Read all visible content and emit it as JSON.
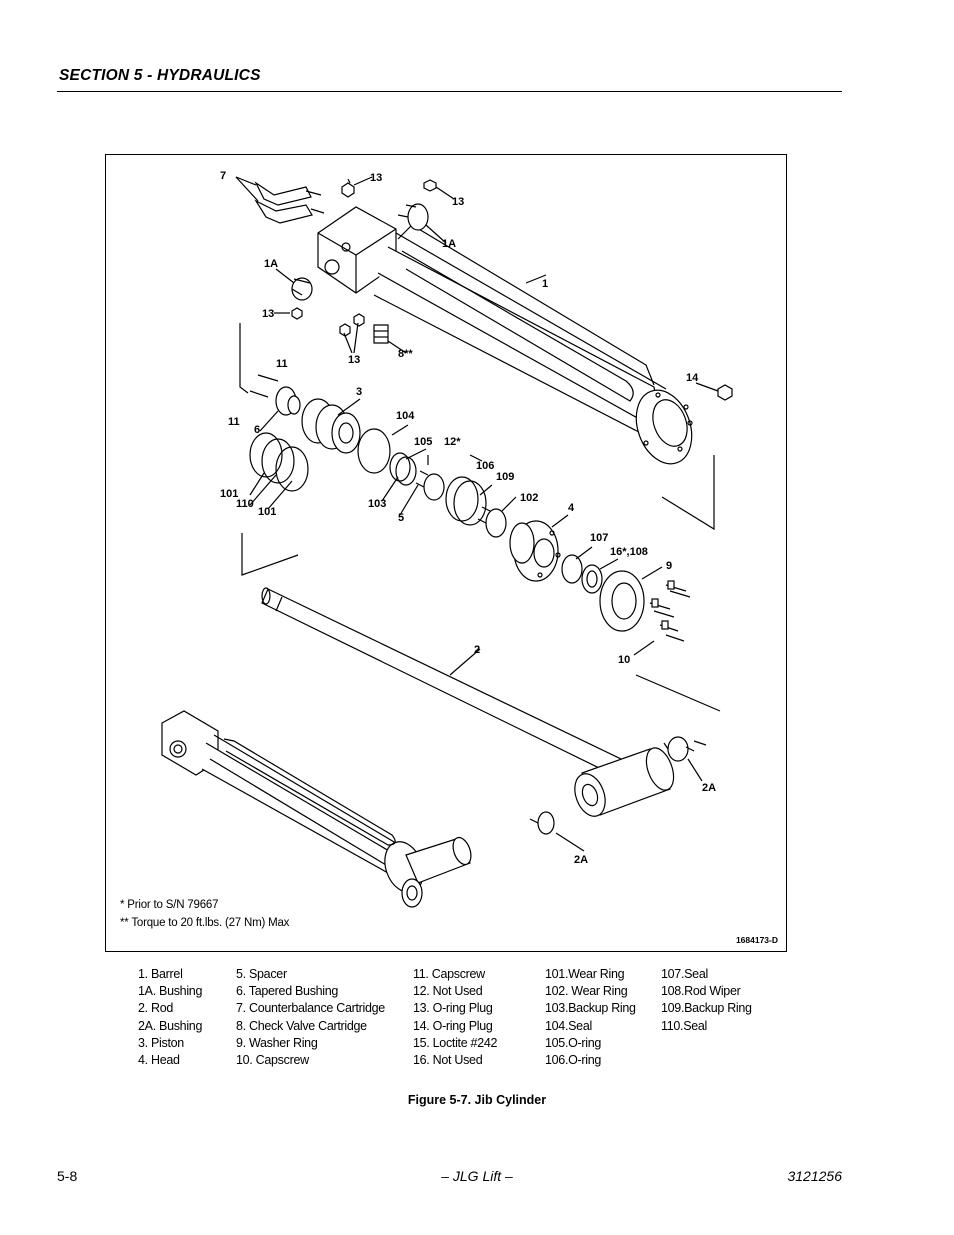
{
  "header": {
    "section_title": "SECTION 5 - HYDRAULICS"
  },
  "figure": {
    "callouts": {
      "c7": "7",
      "c13a": "13",
      "c13b": "13",
      "c1a_top": "1A",
      "c1a_left": "1A",
      "c1": "1",
      "c13c": "13",
      "c13d": "13",
      "c8": "8**",
      "c11a": "11",
      "c3": "3",
      "c14": "14",
      "c11b": "11",
      "c6": "6",
      "c104": "104",
      "c105": "105",
      "c12": "12*",
      "c106": "106",
      "c109": "109",
      "c101a": "101",
      "c110": "110",
      "c101b": "101",
      "c103": "103",
      "c5": "5",
      "c102": "102",
      "c4": "4",
      "c107": "107",
      "c16": "16*,108",
      "c9": "9",
      "c2": "2",
      "c10": "10",
      "c2a_right": "2A",
      "c2a_bottom": "2A"
    },
    "notes": {
      "prior": "* Prior to S/N 79667",
      "torque": "** Torque to 20 ft.lbs. (27 Nm) Max"
    },
    "drawing_number": "1684173-D"
  },
  "legend": {
    "col1": [
      "1.    Barrel",
      "1A.  Bushing",
      "2.    Rod",
      "2A.  Bushing",
      "3.    Piston",
      "4.    Head"
    ],
    "col2": [
      "5.    Spacer",
      "6.    Tapered Bushing",
      "7.    Counterbalance Cartridge",
      "8.    Check Valve Cartridge",
      "9.    Washer Ring",
      "10.  Capscrew"
    ],
    "col3": [
      "11.  Capscrew",
      "12.  Not Used",
      "13.  O-ring Plug",
      "14.  O-ring Plug",
      "15.  Loctite #242",
      "16.  Not Used"
    ],
    "col4": [
      "101.Wear Ring",
      "102. Wear Ring",
      "103.Backup Ring",
      "104.Seal",
      "105.O-ring",
      "106.O-ring"
    ],
    "col5": [
      "107.Seal",
      "108.Rod Wiper",
      "109.Backup Ring",
      "110.Seal"
    ]
  },
  "caption": "Figure 5-7.  Jib Cylinder",
  "footer": {
    "page": "5-8",
    "center": "– JLG Lift –",
    "doc_number": "3121256"
  }
}
